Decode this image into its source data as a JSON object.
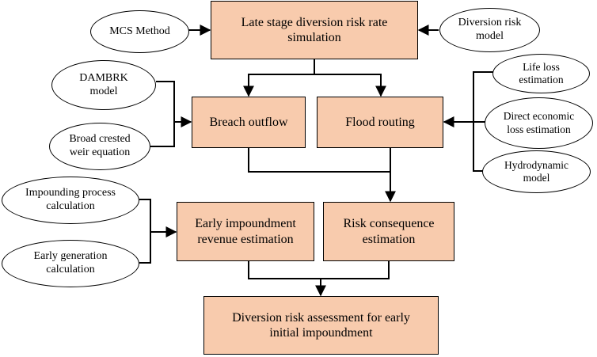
{
  "colors": {
    "box_fill": "#f8cbad",
    "line": "#000000",
    "background": "#ffffff"
  },
  "boxes": {
    "late_stage": "Late stage diversion risk rate simulation",
    "breach": "Breach outflow",
    "flood": "Flood routing",
    "early_impoundment": "Early impoundment revenue estimation",
    "risk_consequence": "Risk consequence estimation",
    "final": "Diversion risk assessment for early initial impoundment"
  },
  "ellipses": {
    "mcs": "MCS Method",
    "diversion_model": "Diversion risk model",
    "dambrk": "DAMBRK model",
    "broad_crested": "Broad crested weir equation",
    "life_loss": "Life  loss estimation",
    "direct_economic": "Direct economic loss estimation",
    "hydrodynamic": "Hydrodynamic model",
    "impounding": "Impounding process calculation",
    "early_generation": "Early generation calculation"
  }
}
